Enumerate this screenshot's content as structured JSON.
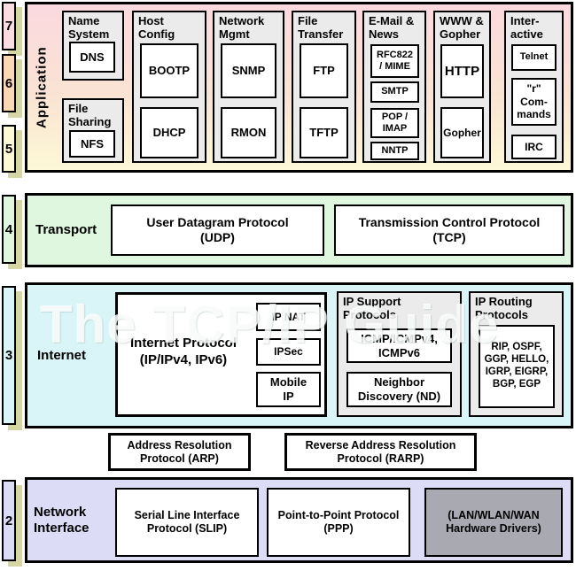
{
  "watermark": "The TCP/IP Guide",
  "layer_numbers": [
    "7",
    "6",
    "5",
    "4",
    "3",
    "2"
  ],
  "application": {
    "label": "Application",
    "groups": [
      {
        "title": "Name\nSystem",
        "protocols": [
          "DNS"
        ]
      },
      {
        "title": "File\nSharing",
        "protocols": [
          "NFS"
        ]
      },
      {
        "title": "Host\nConfig",
        "protocols": [
          "BOOTP",
          "DHCP"
        ]
      },
      {
        "title": "Network\nMgmt",
        "protocols": [
          "SNMP",
          "RMON"
        ]
      },
      {
        "title": "File\nTransfer",
        "protocols": [
          "FTP",
          "TFTP"
        ]
      },
      {
        "title": "E-Mail &\nNews",
        "protocols": [
          "RFC822\n/ MIME",
          "SMTP",
          "POP /\nIMAP",
          "NNTP"
        ]
      },
      {
        "title": "WWW &\nGopher",
        "protocols": [
          "HTTP",
          "Gopher"
        ]
      },
      {
        "title": "Inter-\nactive",
        "protocols": [
          "Telnet",
          "\"r\"\nCom-\nmands",
          "IRC"
        ]
      }
    ]
  },
  "transport": {
    "label": "Transport",
    "protocols": [
      "User Datagram Protocol\n(UDP)",
      "Transmission Control Protocol\n(TCP)"
    ]
  },
  "internet": {
    "label": "Internet",
    "ip_box": {
      "title": "Internet Protocol\n(IP/IPv4, IPv6)",
      "sub_protocols": [
        "IP NAT",
        "IPSec",
        "Mobile\nIP"
      ]
    },
    "support_box": {
      "title": "IP Support\nProtocols",
      "protocols": [
        "ICMP/ICMPv4,\nICMPv6",
        "Neighbor\nDiscovery (ND)"
      ]
    },
    "routing_box": {
      "title": "IP Routing\nProtocols",
      "protocols": [
        "RIP, OSPF,\nGGP, HELLO,\nIGRP, EIGRP,\nBGP, EGP"
      ]
    }
  },
  "link_bridges": [
    "Address Resolution\nProtocol (ARP)",
    "Reverse Address Resolution\nProtocol (RARP)"
  ],
  "network_interface": {
    "label": "Network\nInterface",
    "protocols": [
      "Serial Line Interface\nProtocol (SLIP)",
      "Point-to-Point Protocol\n(PPP)",
      "(LAN/WLAN/WAN\nHardware Drivers)"
    ]
  },
  "colors": {
    "application_top": "#fbd9df",
    "application_mid": "#fae3d3",
    "application_bottom": "#fcf8d6",
    "transport": "#dff6df",
    "internet": "#d9f5f7",
    "network_interface": "#dcdcf6",
    "layer7": "#fbdce3",
    "layer6": "#fad8b5",
    "layer5": "#fcf9d5",
    "group_fill": "#ebebeb",
    "hardware_fill": "#a9a9b2",
    "shadow": "#d5d5a6"
  }
}
